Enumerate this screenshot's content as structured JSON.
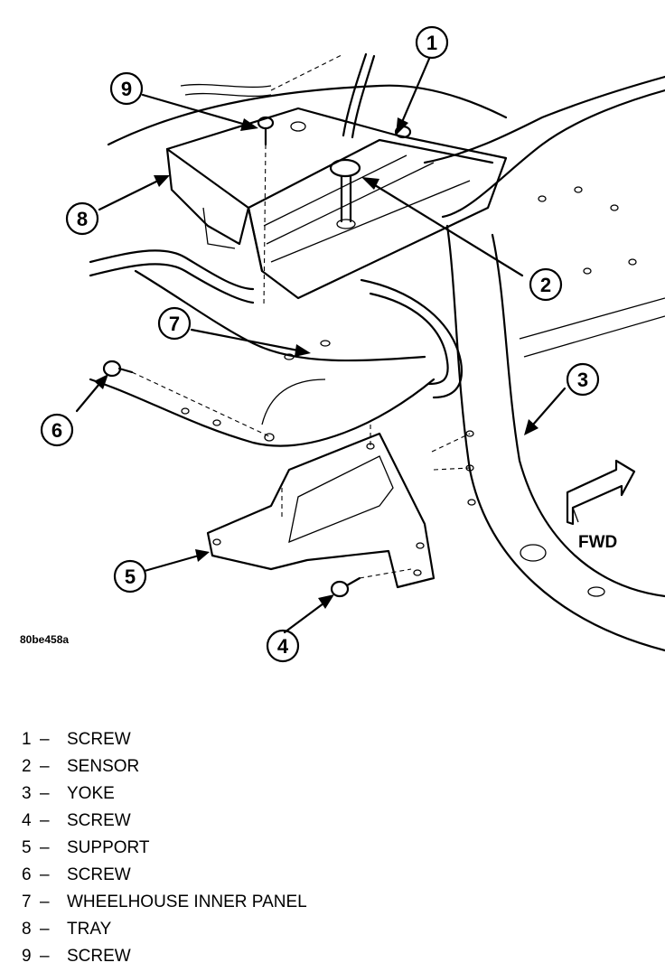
{
  "figure_code": "80be458a",
  "direction_label": "FWD",
  "separator": "–",
  "callouts": [
    {
      "num": "1",
      "label": "SCREW"
    },
    {
      "num": "2",
      "label": "SENSOR"
    },
    {
      "num": "3",
      "label": "YOKE"
    },
    {
      "num": "4",
      "label": "SCREW"
    },
    {
      "num": "5",
      "label": "SUPPORT"
    },
    {
      "num": "6",
      "label": "SCREW"
    },
    {
      "num": "7",
      "label": "WHEELHOUSE INNER PANEL"
    },
    {
      "num": "8",
      "label": "TRAY"
    },
    {
      "num": "9",
      "label": "SCREW"
    }
  ]
}
